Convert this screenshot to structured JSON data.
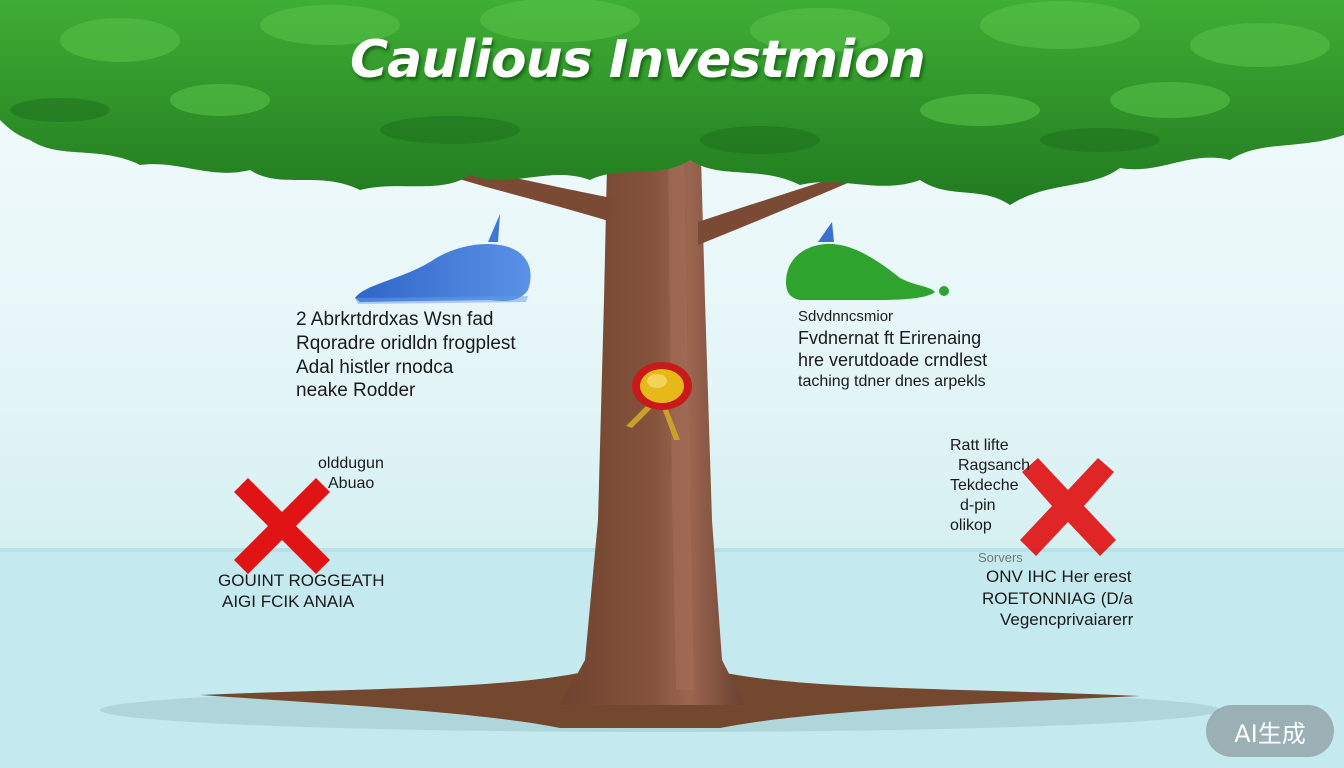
{
  "title": "Caulious Investmion",
  "left_upper_lines": [
    "2 Abrkrtdrdxas Wsn fad",
    "Rqoradre oridldn frogplest",
    "Adal histler rnodca",
    "neake Rodder"
  ],
  "right_upper_lines": [
    "Sdvdnncsmior",
    "Fvdnernat ft Erirenaing",
    "hre verutdoade crndlest",
    "taching  tdner dnes arpekls"
  ],
  "left_note_lines": [
    "olddugun",
    "Abuao"
  ],
  "left_lower_lines": [
    "GOUINT ROGGEATH",
    "AIGI FCIK ANAIA"
  ],
  "right_note_lines": [
    "Ratt lifte",
    "Ragsanch",
    "Tekdeche",
    "d-pin",
    "olikop"
  ],
  "right_lower_lines": [
    "Sorvers",
    "ONV IHC Her erest",
    "ROETONNIAG (D/a",
    "Vegencprivaiarerr"
  ],
  "badge_text": "AI生成",
  "colors": {
    "foliage": "#2f9a2c",
    "foliage_dark": "#1f7a1e",
    "trunk": "#7a4a34",
    "blue_sign": "#3a76d0",
    "green_sign": "#2ea32e",
    "cross": "#e01010",
    "water": "#bfe7ec"
  }
}
